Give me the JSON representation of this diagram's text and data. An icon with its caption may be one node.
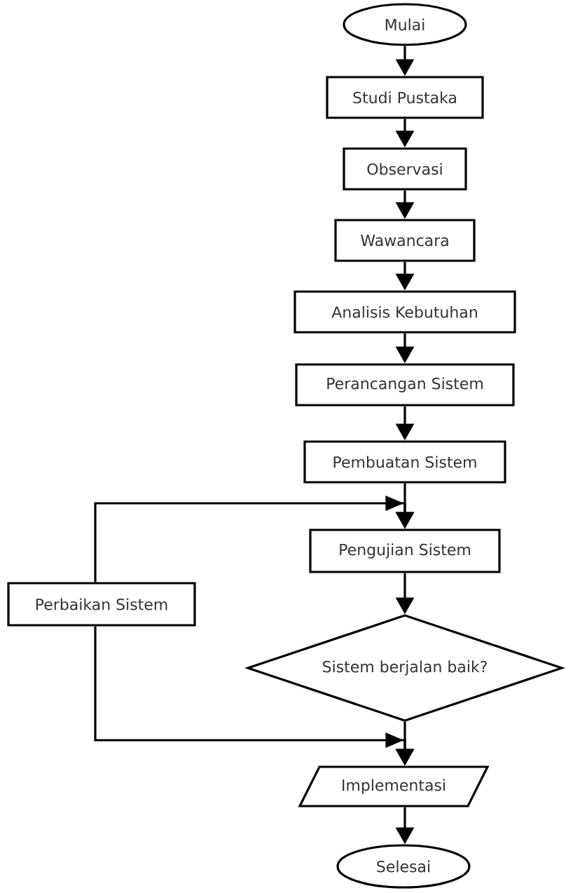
{
  "diagram": {
    "nodes": [
      {
        "text": [
          "Mulai"
        ]
      },
      {
        "text": [
          "Studi Pustaka"
        ]
      },
      {
        "text": [
          "Observasi"
        ]
      },
      {
        "text": [
          "Wawancara"
        ]
      },
      {
        "text": [
          "Analisis Kebutuhan"
        ]
      },
      {
        "text": [
          "Perancangan Sistem"
        ]
      },
      {
        "text": [
          "Pembuatan Sistem"
        ]
      },
      {
        "text": [
          "Pengujian Sistem"
        ]
      },
      {
        "text": [
          "Perbaikan Sistem"
        ]
      },
      {
        "text": [
          "Sistem berjalan baik?"
        ]
      },
      {
        "text": [
          "Implementasi"
        ]
      },
      {
        "text": [
          "Selesai"
        ]
      }
    ],
    "edges": [
      {
        "from": 0,
        "to": 1,
        "arrow": "to"
      },
      {
        "from": 1,
        "to": 2,
        "arrow": "to"
      },
      {
        "from": 2,
        "to": 3,
        "arrow": "to"
      },
      {
        "from": 3,
        "to": 4,
        "arrow": "to"
      },
      {
        "from": 4,
        "to": 5,
        "arrow": "to"
      },
      {
        "from": 5,
        "to": 6,
        "arrow": "to"
      },
      {
        "from": 6,
        "to": 7,
        "arrow": "to"
      },
      {
        "from": 8,
        "to": 7,
        "arrow": "to"
      },
      {
        "from": 7,
        "to": 9,
        "arrow": "to"
      },
      {
        "from": 9,
        "to": 10,
        "arrow": "to"
      },
      {
        "from": 8,
        "to": 10,
        "arrow": "to"
      },
      {
        "from": 10,
        "to": 11,
        "arrow": "to"
      }
    ]
  }
}
